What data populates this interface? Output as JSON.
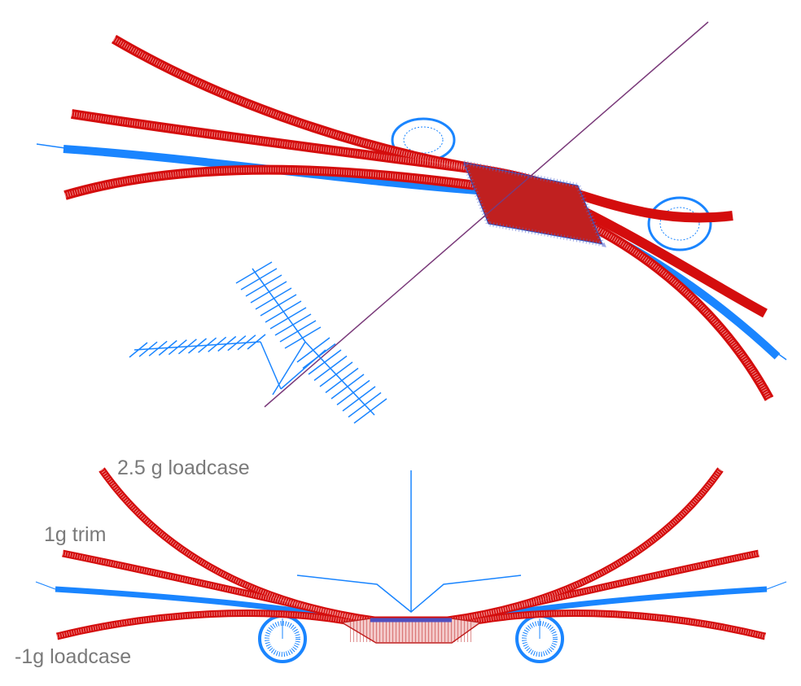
{
  "figure": {
    "labels": {
      "loadcase_2_5g": "2.5 g loadcase",
      "trim_1g": "1g trim",
      "loadcase_minus_1g": "-1g loadcase"
    },
    "colors": {
      "deformed_wing": "#d40d0d",
      "undeformed_structure": "#1a85ff",
      "axis_line": "#7a3a7a",
      "label_text": "#7a7a7a"
    }
  }
}
